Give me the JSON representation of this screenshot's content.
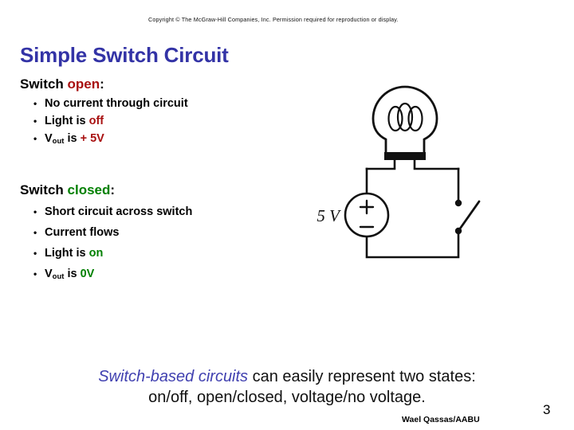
{
  "slide": {
    "copyright": "Copyright © The McGraw-Hill Companies, Inc.  Permission required for reproduction or display.",
    "title": "Simple Switch Circuit",
    "page_number": "3",
    "author": "Wael Qassas/AABU"
  },
  "colors": {
    "title_blue": "#3333A6",
    "accent_red": "#A81010",
    "accent_green": "#008000",
    "footnote_blue": "#4040B0",
    "body_black": "#000000"
  },
  "sections": {
    "open": {
      "heading_prefix": "Switch ",
      "heading_state": "open",
      "heading_suffix": ":",
      "state_color": "#A81010",
      "bullet_glyph": "•",
      "bullets": [
        {
          "prefix": "No current through circuit",
          "highlight": "",
          "suffix": ""
        },
        {
          "prefix": "Light is ",
          "highlight": "off",
          "suffix": ""
        },
        {
          "prefix": "V",
          "subscript": "out",
          "mid": " is ",
          "highlight": "+ 5V",
          "suffix": ""
        }
      ]
    },
    "closed": {
      "heading_prefix": "Switch ",
      "heading_state": "closed",
      "heading_suffix": ":",
      "state_color": "#008000",
      "bullet_glyph": "•",
      "bullets": [
        {
          "prefix": "Short circuit across switch",
          "highlight": "",
          "suffix": ""
        },
        {
          "prefix": "Current flows",
          "highlight": "",
          "suffix": ""
        },
        {
          "prefix": "Light is ",
          "highlight": "on",
          "suffix": ""
        },
        {
          "prefix": "V",
          "subscript": "out",
          "mid": " is ",
          "highlight": "0V",
          "suffix": ""
        }
      ]
    }
  },
  "circuit": {
    "title": "Simple switch circuit schematic",
    "source_label": "5 V",
    "plus_symbol": "+",
    "minus_symbol": "−",
    "switch_state": "open",
    "lamp_label": "lightbulb"
  },
  "footnote": {
    "emphasis": "Switch-based circuits",
    "rest_line1": " can easily represent two states:",
    "line2": "on/off, open/closed, voltage/no voltage."
  }
}
